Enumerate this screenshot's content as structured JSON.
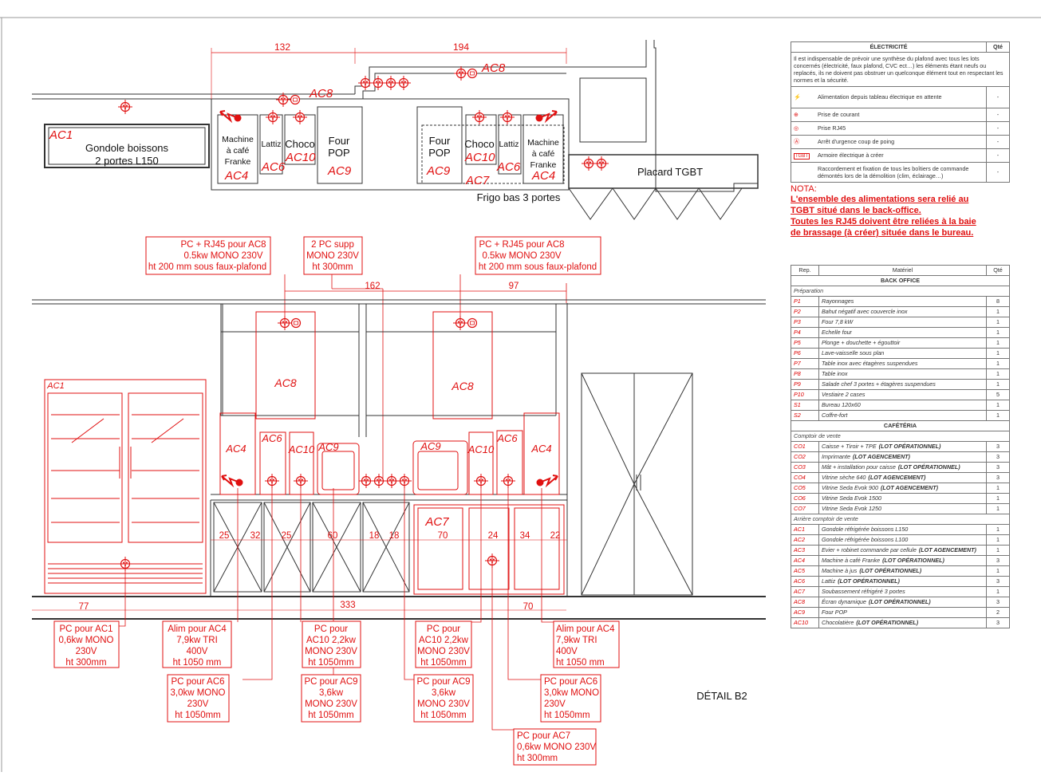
{
  "colors": {
    "red": "#e01010",
    "line": "#333333"
  },
  "top_plan": {
    "dims": [
      "132",
      "194"
    ],
    "ac1": "AC1",
    "gondole": "Gondole boissons",
    "gondole2": "2 portes L150",
    "machine1": "Machine",
    "machine2": "à café",
    "machine3": "Franke",
    "lattiz": "Lattiz",
    "choco": "Choco",
    "four1": "Four",
    "four2": "POP",
    "ac4": "AC4",
    "ac6": "AC6",
    "ac7": "AC7",
    "ac8": "AC8",
    "ac9": "AC9",
    "ac10": "AC10",
    "frigo": "Frigo bas 3 portes",
    "placard": "Placard TGBT"
  },
  "callouts_top": {
    "left": [
      "PC + RJ45 pour AC8",
      "0.5kw MONO 230V",
      "ht 200 mm sous faux-plafond"
    ],
    "mid": [
      "2 PC supp",
      "MONO 230V",
      "ht 300mm"
    ],
    "right": [
      "PC + RJ45 pour AC8",
      "0.5kw MONO 230V",
      "ht 200 mm sous faux-plafond"
    ]
  },
  "elev": {
    "dims_top": [
      "162",
      "97"
    ],
    "dims_mid": [
      "25",
      "32",
      "25",
      "60",
      "18",
      "18",
      "70",
      "24",
      "34",
      "22"
    ],
    "dims_bot": [
      "77",
      "333",
      "70"
    ]
  },
  "callouts_bottom": [
    {
      "id": "c1",
      "lines": [
        "PC pour AC1",
        "0,6kw MONO",
        "230V",
        "ht 300mm"
      ]
    },
    {
      "id": "c2",
      "lines": [
        "Alim pour AC4",
        "7,9kw TRI",
        "400V",
        "ht 1050 mm"
      ]
    },
    {
      "id": "c3",
      "lines": [
        "PC pour",
        "AC10 2,2kw",
        "MONO 230V",
        "ht 1050mm"
      ]
    },
    {
      "id": "c4",
      "lines": [
        "PC pour",
        "AC10 2,2kw",
        "MONO 230V",
        "ht 1050mm"
      ]
    },
    {
      "id": "c5",
      "lines": [
        "Alim pour AC4",
        "7,9kw TRI",
        "400V",
        "ht 1050 mm"
      ]
    },
    {
      "id": "c6",
      "lines": [
        "PC pour AC6",
        "3,0kw MONO",
        "230V",
        "ht 1050mm"
      ]
    },
    {
      "id": "c7",
      "lines": [
        "PC pour AC9",
        "3,6kw",
        "MONO 230V",
        "ht 1050mm"
      ]
    },
    {
      "id": "c8",
      "lines": [
        "PC pour AC9",
        "3,6kw",
        "MONO 230V",
        "ht 1050mm"
      ]
    },
    {
      "id": "c9",
      "lines": [
        "PC pour AC6",
        "3,0kw MONO",
        "230V",
        "ht 1050mm"
      ]
    },
    {
      "id": "c10",
      "lines": [
        "PC pour AC7",
        "0,6kw MONO 230V",
        "ht 300mm"
      ]
    }
  ],
  "detail_label": "DÉTAIL B2",
  "legend": {
    "title": "ÉLECTRICITÉ",
    "qte": "Qté",
    "intro": "Il est indispensable de prévoir une synthèse du plafond avec tous les lots concernés (électricité, faux plafond, CVC ect…) les éléments étant neufs ou replacés, ils ne doivent pas obstruer un quelconque élément tout en respectant les normes et la sécurité.",
    "rows": [
      {
        "icon": "power-feed-icon",
        "label": "Alimentation depuis tableau électrique en attente",
        "q": "-"
      },
      {
        "icon": "outlet-icon",
        "label": "Prise de courant",
        "q": "-"
      },
      {
        "icon": "rj45-icon",
        "label": "Prise RJ45",
        "q": "-"
      },
      {
        "icon": "emergency-stop-icon",
        "label": "Arrêt d'urgence coup de poing",
        "q": "-"
      },
      {
        "icon": "cabinet-icon",
        "label": "Armoire électrique à créer",
        "q": "-"
      },
      {
        "icon": "",
        "label": "Raccordement et fixation de tous les boîtiers de commande démontés lors de la démolition (clim, éclairage…)",
        "q": "-"
      }
    ],
    "tgbt_tag": "TGBT",
    "nota_title": "NOTA:",
    "nota": [
      "L'ensemble des alimentations sera relié au",
      "TGBT situé dans le back-office.",
      "Toutes les RJ45 doivent être reliées à la baie",
      "de brassage (à créer) située dans le bureau."
    ]
  },
  "materials": {
    "headers": [
      "Rep.",
      "Matériel",
      "Qté"
    ],
    "back_office": "BACK OFFICE",
    "preparation": "Préparation",
    "bo_rows": [
      [
        "P1",
        "Rayonnages",
        "8"
      ],
      [
        "P2",
        "Bahut négatif avec couvercle inox",
        "1"
      ],
      [
        "P3",
        "Four 7,8 kW",
        "1"
      ],
      [
        "P4",
        "Echelle four",
        "1"
      ],
      [
        "P5",
        "Plonge + douchette + égouttoir",
        "1"
      ],
      [
        "P6",
        "Lave-vaisselle sous plan",
        "1"
      ],
      [
        "P7",
        "Table inox avec étagères suspendues",
        "1"
      ],
      [
        "P8",
        "Table inox",
        "1"
      ],
      [
        "P9",
        "Salade chef 3 portes + étagères suspendues",
        "1"
      ],
      [
        "P10",
        "Vestiaire 2 cases",
        "5"
      ],
      [
        "S1",
        "Bureau 120x60",
        "1"
      ],
      [
        "S2",
        "Coffre-fort",
        "1"
      ]
    ],
    "cafeteria": "CAFÉTÉRIA",
    "comptoir": "Comptoir de vente",
    "co_rows": [
      [
        "CO1",
        "Caisse + Tiroir + TPE",
        "(LOT OPÉRATIONNEL)",
        "3"
      ],
      [
        "CO2",
        "Imprimante",
        "(LOT AGENCEMENT)",
        "3"
      ],
      [
        "CO3",
        "Mât + installation pour caisse",
        "(LOT OPÉRATIONNEL)",
        "3"
      ],
      [
        "CO4",
        "Vitrine sèche 640",
        "(LOT AGENCEMENT)",
        "3"
      ],
      [
        "CO5",
        "Vitrine Seda Evok 900",
        "(LOT AGENCEMENT)",
        "1"
      ],
      [
        "CO6",
        "Vitrine Seda Evok 1500",
        "",
        "1"
      ],
      [
        "CO7",
        "Vitrine Seda Evok 1250",
        "",
        "1"
      ]
    ],
    "arriere": "Arrière comptoir de vente",
    "ac_rows": [
      [
        "AC1",
        "Gondole réfrigérée boissons L150",
        "",
        "1"
      ],
      [
        "AC2",
        "Gondole réfrigérée boissons L100",
        "",
        "1"
      ],
      [
        "AC3",
        "Evier + robinet commande par cellule",
        "(LOT AGENCEMENT)",
        "1"
      ],
      [
        "AC4",
        "Machine à café Franke",
        "(LOT OPÉRATIONNEL)",
        "3"
      ],
      [
        "AC5",
        "Machine à jus",
        "(LOT OPÉRATIONNEL)",
        "1"
      ],
      [
        "AC6",
        "Lattiz",
        "(LOT OPÉRATIONNEL)",
        "3"
      ],
      [
        "AC7",
        "Soubassement réfrigéré 3 portes",
        "",
        "1"
      ],
      [
        "AC8",
        "Écran dynamique",
        "(LOT OPÉRATIONNEL)",
        "3"
      ],
      [
        "AC9",
        "Four POP",
        "",
        "2"
      ],
      [
        "AC10",
        "Chocolatière",
        "(LOT OPÉRATIONNEL)",
        "3"
      ]
    ]
  }
}
